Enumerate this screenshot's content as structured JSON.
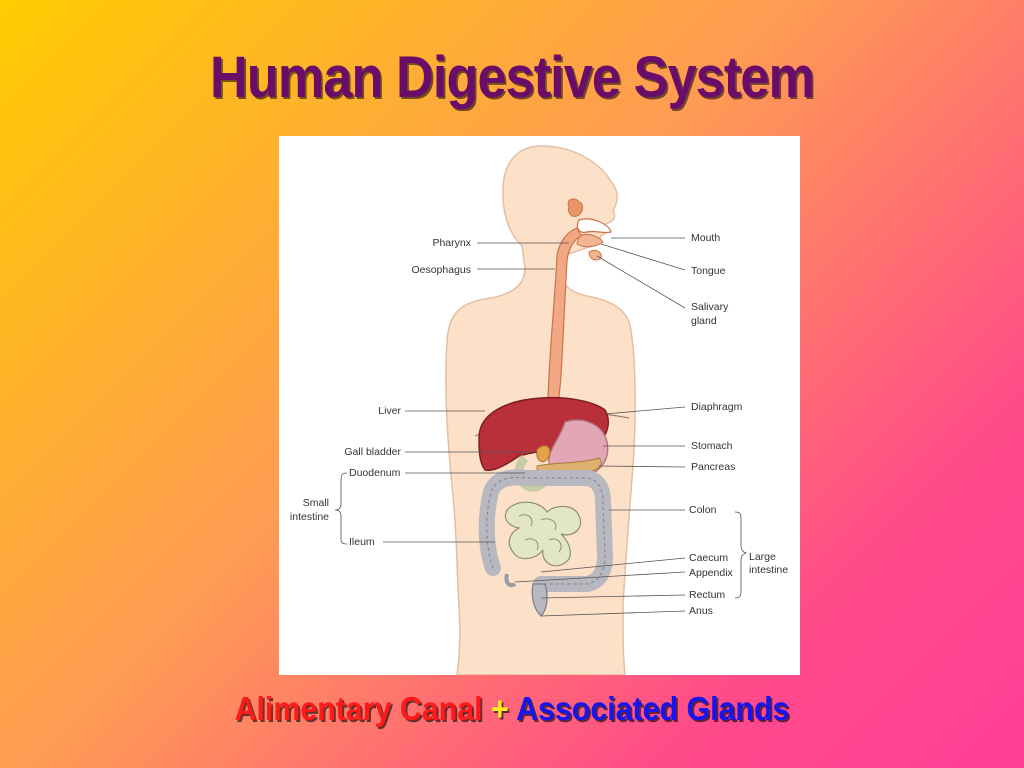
{
  "slide": {
    "title": "Human Digestive System",
    "subtitle_part1": "Alimentary Canal",
    "subtitle_plus": "+",
    "subtitle_part2": "Associated Glands"
  },
  "colors": {
    "title": "#6a0c6a",
    "alimentary": "#ff1a1a",
    "plus": "#ffee22",
    "glands": "#1515ee",
    "skin": "#fde0c8",
    "liver": "#b9303a",
    "stomach": "#e2a6b4",
    "small_intestine": "#e2e6c4",
    "large_intestine": "#b8b8c0"
  },
  "diagram": {
    "labels_left": {
      "pharynx": "Pharynx",
      "oesophagus": "Oesophagus",
      "liver": "Liver",
      "gall_bladder": "Gall bladder",
      "duodenum": "Duodenum",
      "small_intestine_line1": "Small",
      "small_intestine_line2": "intestine",
      "ileum": "Ileum"
    },
    "labels_right": {
      "mouth": "Mouth",
      "tongue": "Tongue",
      "salivary_line1": "Salivary",
      "salivary_line2": "gland",
      "diaphragm": "Diaphragm",
      "stomach": "Stomach",
      "pancreas": "Pancreas",
      "colon": "Colon",
      "caecum": "Caecum",
      "appendix": "Appendix",
      "rectum": "Rectum",
      "anus": "Anus",
      "large_intestine_line1": "Large",
      "large_intestine_line2": "intestine"
    }
  }
}
